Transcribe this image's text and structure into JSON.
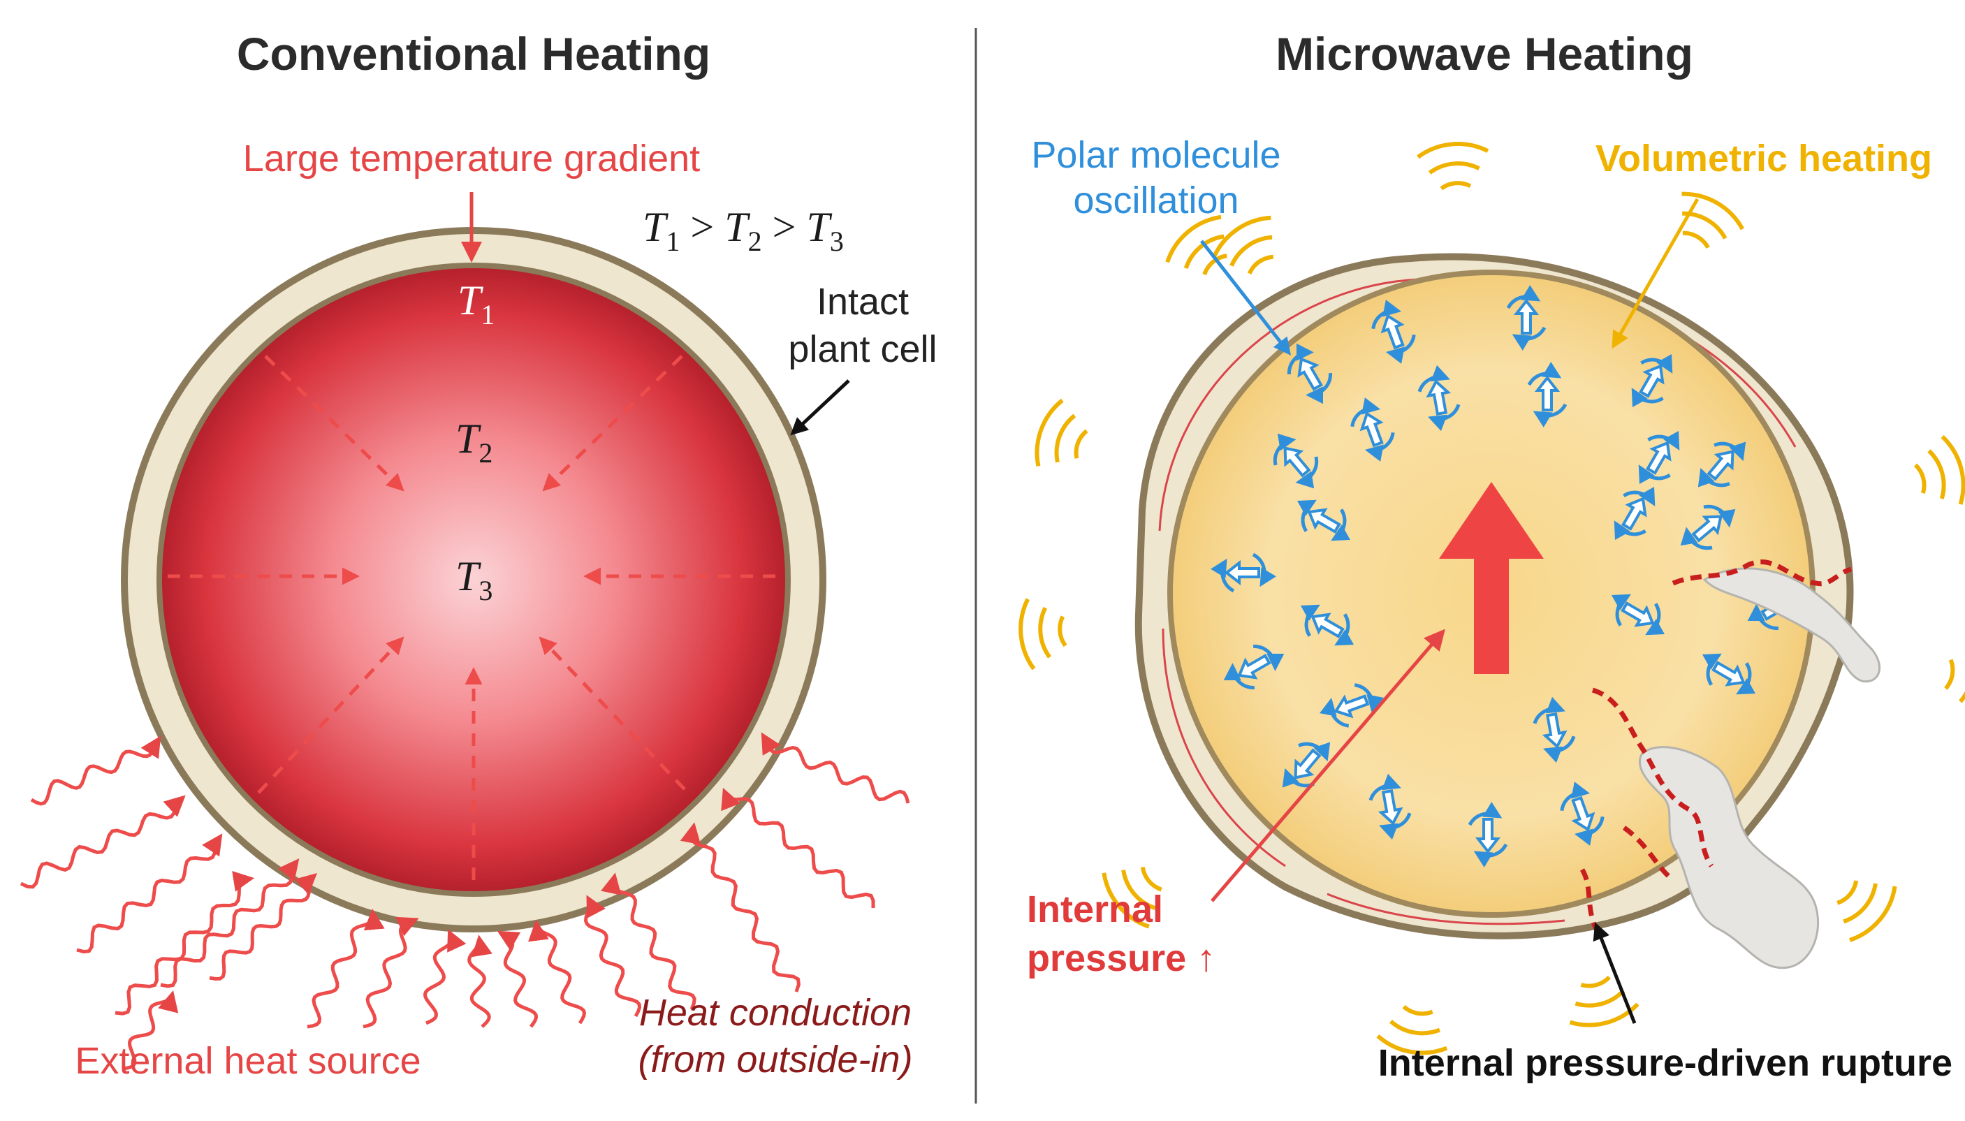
{
  "left_panel": {
    "title": "Conventional Heating",
    "gradient_label": "Large temperature gradient",
    "temperature_relation": {
      "t1": "T",
      "t1_sub": "1",
      "op1": " > ",
      "t2": "T",
      "t2_sub": "2",
      "op2": " > ",
      "t3": "T",
      "t3_sub": "3"
    },
    "zone_labels": [
      {
        "var": "T",
        "sub": "1"
      },
      {
        "var": "T",
        "sub": "2"
      },
      {
        "var": "T",
        "sub": "3"
      }
    ],
    "intact_label_line1": "Intact",
    "intact_label_line2": "plant cell",
    "heat_source_label": "External heat source",
    "conduction_label_line1": "Heat conduction",
    "conduction_label_line2": "(from outside-in)"
  },
  "right_panel": {
    "title": "Microwave Heating",
    "polar_label_line1": "Polar molecule",
    "polar_label_line2": "oscillation",
    "volumetric_label": "Volumetric heating",
    "pressure_label_line1": "Internal",
    "pressure_label_line2": "pressure ↑",
    "rupture_label": "Internal pressure-driven rupture"
  },
  "colors": {
    "red_accent": "#e64545",
    "cell_wall": "#efe6cf",
    "cell_outline": "#8b7a5a",
    "microwave_gold": "#f0b200",
    "polar_blue": "#2f8fdb",
    "divider": "#555555"
  }
}
